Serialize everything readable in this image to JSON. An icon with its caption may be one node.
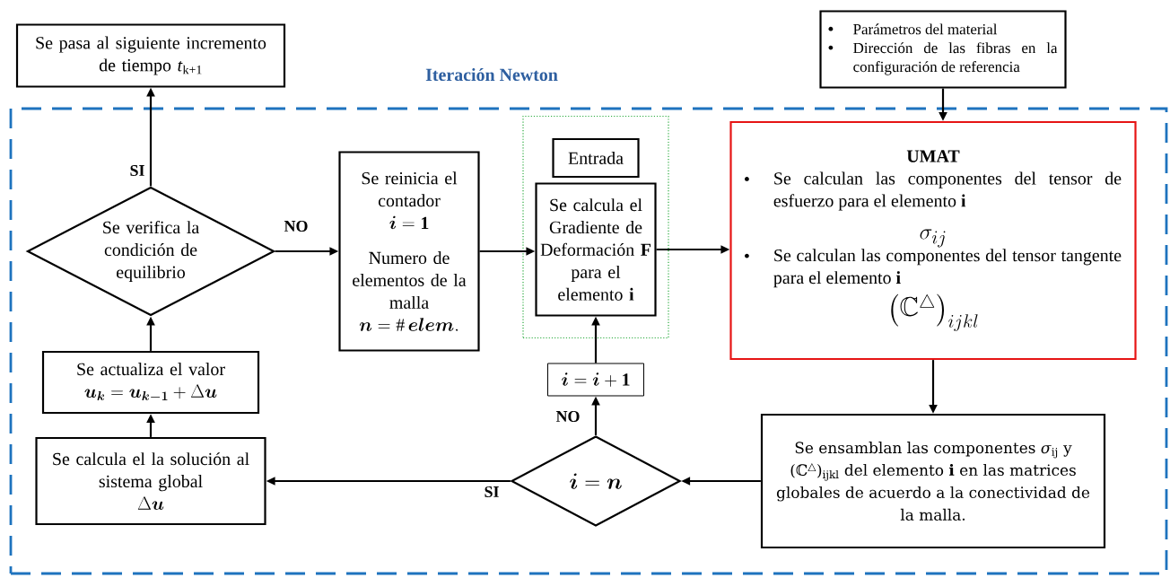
{
  "diagram": {
    "title": "Iteración Newton",
    "nodes": [
      {
        "text": [
          "Se pasa al siguiente incremento de tiempo *t*$_{k+1}$"
        ]
      },
      {
        "text": [
          "Parámetros del material",
          "Dirección de las fibras en la configuración de referencia"
        ]
      },
      {
        "text": [],
        "shape": "box"
      },
      {
        "text": [
          "Se verifica la condición de equilibrio"
        ],
        "in": 2
      },
      {
        "text": [
          "Se reinicia el contador",
          "\\boldsymbol{i}=\\mathbf{1}",
          "Numero de elementos de la malla",
          "\\boldsymbol{n}=\\#\\,\\boldsymbol{elem}."
        ],
        "in": 2
      },
      {
        "text": [],
        "shape": "box",
        "in": 2
      },
      {
        "text": [
          "Entrada"
        ],
        "in": 5
      },
      {
        "text": [
          "Se calcula el Gradiente de Deformación **F** para el elemento **i**"
        ],
        "in": 5
      },
      {
        "text": [
          "UMAT",
          "Se calculan las componentes del tensor de esfuerzo para el elemento **i**",
          "\\sigma_{ij}",
          "Se calculan las componentes del tensor tangente para el elemento **i**",
          "\\left(\\mathbb{C}^{\\triangle}\\right)_{ijkl}"
        ],
        "in": 2
      },
      {
        "text": [
          "\\boldsymbol{i}=\\boldsymbol{i}+\\mathbf{1}"
        ],
        "in": 2
      },
      {
        "text": [
          "\\boldsymbol{i}=\\boldsymbol{n}"
        ],
        "in": 2
      },
      {
        "text": [
          "Se ensamblan las componentes *σ*$_{ij}$ y (ℂ$^{△}$)$_{ijkl}$ del elemento **i** en las matrices globales de acuerdo a la conectividad de la malla."
        ],
        "in": 2
      },
      {
        "text": [
          "Se actualiza el valor",
          "\\boldsymbol{u_k}=\\boldsymbol{u_{k-1}}+\\Delta\\boldsymbol{u}"
        ],
        "in": 2
      },
      {
        "text": [
          "Se calcula el la solución al sistema global",
          "\\Delta\\boldsymbol{u}"
        ],
        "in": 2
      }
    ],
    "edges": [
      {
        "from": 3,
        "to": 0,
        "arrow": "to",
        "label": "SI"
      },
      {
        "from": 3,
        "to": 4,
        "arrow": "to",
        "label": "NO"
      },
      {
        "from": 4,
        "to": 7,
        "arrow": "to"
      },
      {
        "from": 7,
        "to": 8,
        "arrow": "to"
      },
      {
        "from": 1,
        "to": 8,
        "arrow": "to"
      },
      {
        "from": 8,
        "to": 11,
        "arrow": "to"
      },
      {
        "from": 11,
        "to": 10,
        "arrow": "to"
      },
      {
        "from": 10,
        "to": 9,
        "arrow": "to",
        "label": "NO"
      },
      {
        "from": 9,
        "to": 7,
        "arrow": "to"
      },
      {
        "from": 10,
        "to": 13,
        "arrow": "to",
        "label": "SI"
      },
      {
        "from": 13,
        "to": 12,
        "arrow": "to"
      },
      {
        "from": 12,
        "to": 3,
        "arrow": "to"
      }
    ]
  }
}
